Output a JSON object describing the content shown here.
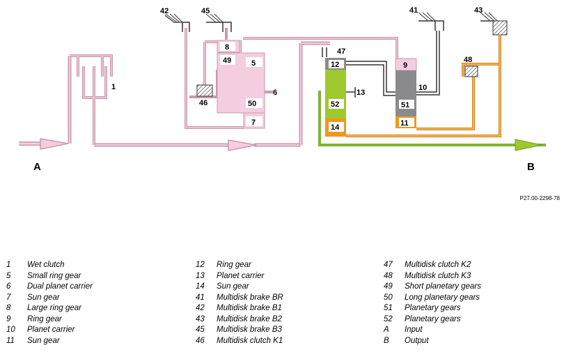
{
  "diagram": {
    "numbers": {
      "n1": "1",
      "n5": "5",
      "n6": "6",
      "n7": "7",
      "n8": "8",
      "n9": "9",
      "n10": "10",
      "n11": "11",
      "n12": "12",
      "n13": "13",
      "n14": "14",
      "n41": "41",
      "n42": "42",
      "n43": "43",
      "n45": "45",
      "n46": "46",
      "n47": "47",
      "n48": "48",
      "n49": "49",
      "n50": "50",
      "n51": "51",
      "n52": "52"
    },
    "input_label": "A",
    "output_label": "B",
    "colors": {
      "pink_line": "#c89aac",
      "pink_fill": "#f5cde0",
      "green_fill": "#9ec92e",
      "green_line": "#7fb532",
      "gray_fill": "#8a8a8d",
      "orange_fill": "#f0981d",
      "dark_line": "#333333"
    }
  },
  "reference": "P27.00-2298-78",
  "legend": {
    "col1": [
      {
        "num": "1",
        "text": "Wet clutch"
      },
      {
        "num": "5",
        "text": "Small ring gear"
      },
      {
        "num": "6",
        "text": "Dual planet carrier"
      },
      {
        "num": "7",
        "text": "Sun gear"
      },
      {
        "num": "8",
        "text": "Large ring gear"
      },
      {
        "num": "9",
        "text": "Ring gear"
      },
      {
        "num": "10",
        "text": "Planet carrier"
      },
      {
        "num": "11",
        "text": "Sun gear"
      }
    ],
    "col2": [
      {
        "num": "12",
        "text": "Ring gear"
      },
      {
        "num": "13",
        "text": "Planet carrier"
      },
      {
        "num": "14",
        "text": "Sun gear"
      },
      {
        "num": "41",
        "text": "Multidisk brake BR"
      },
      {
        "num": "42",
        "text": "Multidisk brake B1"
      },
      {
        "num": "43",
        "text": "Multidisk brake B2"
      },
      {
        "num": "45",
        "text": "Multidisk brake B3"
      },
      {
        "num": "46",
        "text": "Multidisk clutch K1"
      }
    ],
    "col3": [
      {
        "num": "47",
        "text": "Multidisk clutch K2"
      },
      {
        "num": "48",
        "text": "Multidisk clutch K3"
      },
      {
        "num": "49",
        "text": "Short planetary gears"
      },
      {
        "num": "50",
        "text": "Long planetary gears"
      },
      {
        "num": "51",
        "text": "Planetary gears"
      },
      {
        "num": "52",
        "text": "Planetary gears"
      },
      {
        "num": "A",
        "text": "Input"
      },
      {
        "num": "B",
        "text": "Output"
      }
    ]
  }
}
